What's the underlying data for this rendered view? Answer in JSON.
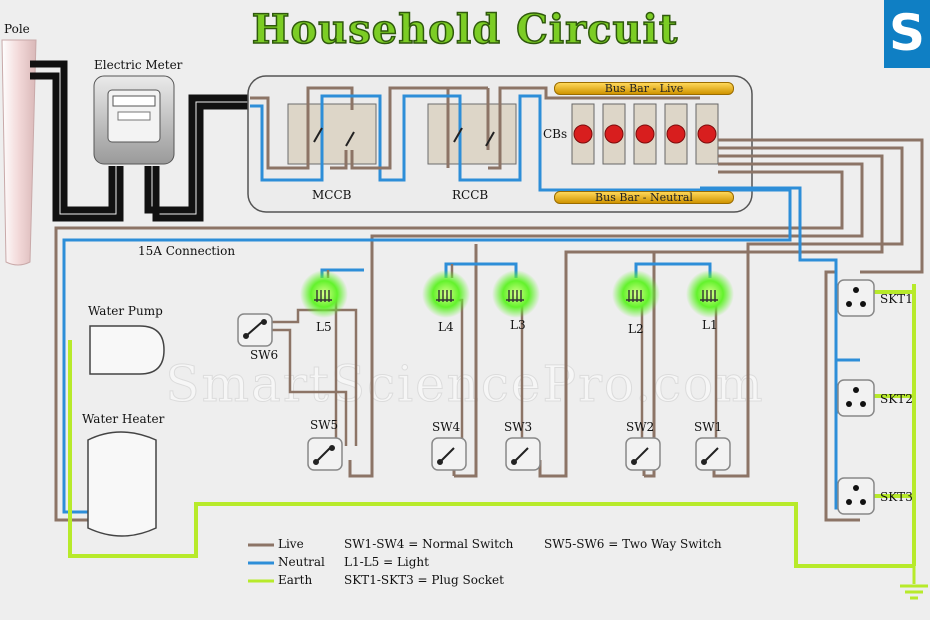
{
  "title": "Household Circuit",
  "logo_letter": "S",
  "watermark": "SmartSciencePro.com",
  "labels": {
    "pole": "Pole",
    "meter": "Electric Meter",
    "connection": "15A Connection",
    "mccb": "MCCB",
    "rccb": "RCCB",
    "cbs": "CBs",
    "bus_live": "Bus Bar - Live",
    "bus_neutral": "Bus Bar - Neutral",
    "pump": "Water Pump",
    "heater": "Water Heater"
  },
  "lights": [
    {
      "id": "L5"
    },
    {
      "id": "L4"
    },
    {
      "id": "L3"
    },
    {
      "id": "L2"
    },
    {
      "id": "L1"
    }
  ],
  "switches": [
    {
      "id": "SW6"
    },
    {
      "id": "SW5"
    },
    {
      "id": "SW4"
    },
    {
      "id": "SW3"
    },
    {
      "id": "SW2"
    },
    {
      "id": "SW1"
    }
  ],
  "sockets": [
    {
      "id": "SKT1"
    },
    {
      "id": "SKT2"
    },
    {
      "id": "SKT3"
    }
  ],
  "legend": {
    "live": "Live",
    "neutral": "Neutral",
    "earth": "Earth",
    "note1": "SW1-SW4 = Normal Switch",
    "note2": "L1-L5 = Light",
    "note3": "SKT1-SKT3 = Plug Socket",
    "note4": "SW5-SW6 = Two Way Switch"
  },
  "colors": {
    "live": "#8c7466",
    "neutral": "#2d8ed8",
    "earth": "#b7ea2a",
    "lamp_glow": "#5cff2a",
    "cb_knob": "#d81e1e",
    "title": "#7ccd25"
  }
}
